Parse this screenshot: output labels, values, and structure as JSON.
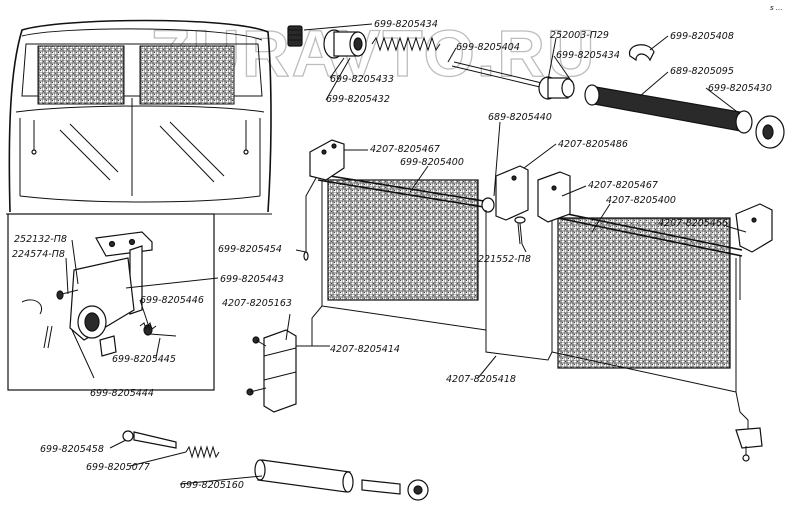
{
  "watermark": "ZURAVTO.RU",
  "corner_mark": "s ...",
  "labels": {
    "l1": "699-8205434",
    "l2": "699-8205404",
    "l3": "252003-П29",
    "l4": "699-8205434",
    "l5": "699-8205408",
    "l6": "699-8205433",
    "l7": "699-8205432",
    "l8": "689-8205095",
    "l9": "699-8205430",
    "l10": "689-8205440",
    "l11": "4207-8205467",
    "l12": "699-8205400",
    "l13": "4207-8205486",
    "l14": "4207-8205467",
    "l15": "4207-8205400",
    "l16": "4207-8205466",
    "l17": "699-8205454",
    "l18": "699-8205443",
    "l19": "221552-П8",
    "l20": "252132-П8",
    "l21": "224574-П8",
    "l22": "699-8205446",
    "l23": "4207-8205163",
    "l24": "4207-8205414",
    "l25": "699-8205445",
    "l26": "699-8205444",
    "l27": "4207-8205418",
    "l28": "699-8205458",
    "l29": "699-8205077",
    "l30": "699-8205160"
  }
}
